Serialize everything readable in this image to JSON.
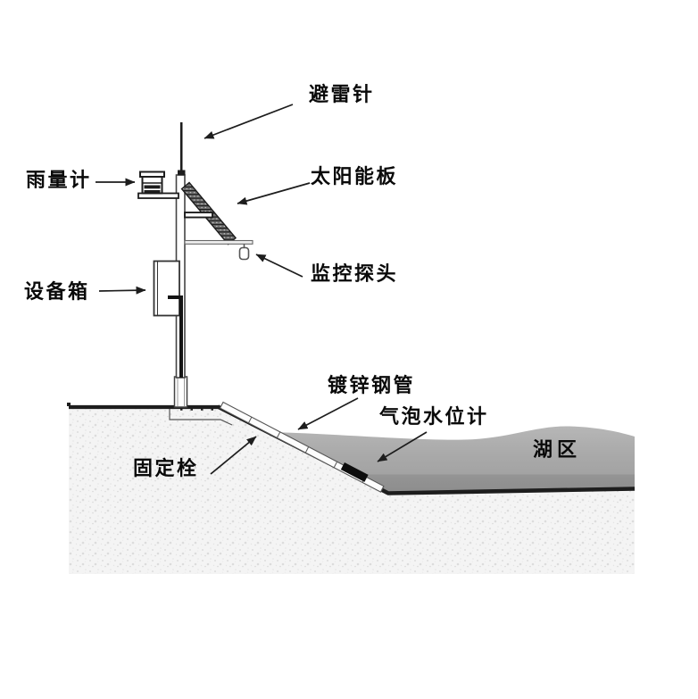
{
  "diagram": {
    "labels": {
      "lightning_rod": "避雷针",
      "rain_gauge": "雨量计",
      "solar_panel": "太阳能板",
      "camera": "监控探头",
      "equipment_box": "设备箱",
      "galvanized_pipe": "镀锌钢管",
      "bubble_level_gauge": "气泡水位计",
      "fixing_bolt": "固定栓",
      "lake_area": "湖区"
    },
    "colors": {
      "line": "#1d1d1d",
      "water_light": "#b7b7b7",
      "water_mid": "#a8a8a8",
      "water_dark": "#8d8d8d",
      "ground_base": "#f4f4f4",
      "ground_speckle": "#dcdcdc",
      "background": "#ffffff"
    }
  }
}
